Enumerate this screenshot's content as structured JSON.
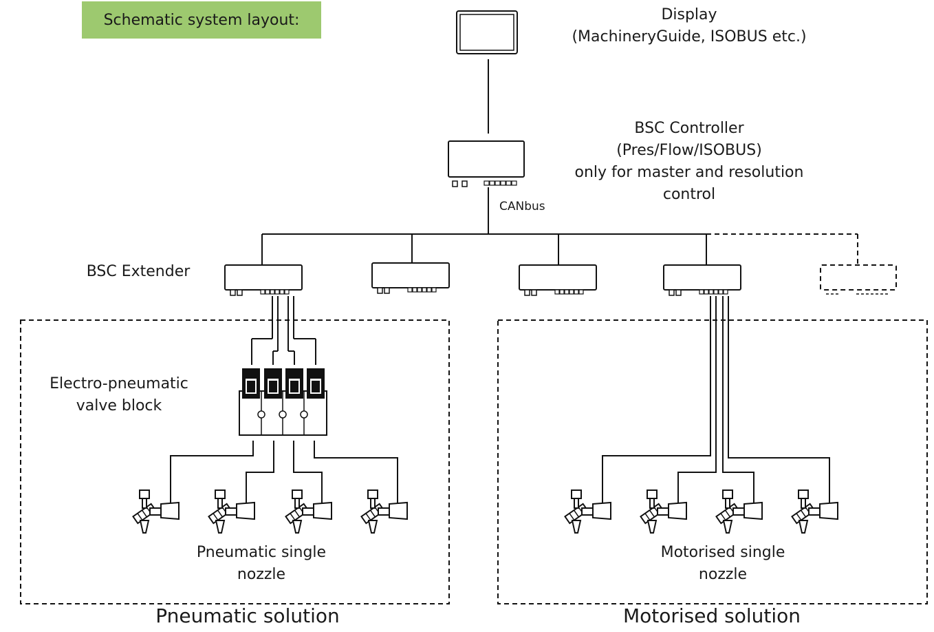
{
  "banner": {
    "text": "Schematic system layout:",
    "color": "#9dc96f"
  },
  "display": {
    "line1": "Display",
    "line2": "(MachineryGuide, ISOBUS etc.)"
  },
  "controller": {
    "line1": "BSC Controller",
    "line2": "(Pres/Flow/ISOBUS)",
    "line3": "only for master and resolution",
    "line4": "control"
  },
  "bus": {
    "label": "CANbus"
  },
  "extender": {
    "label": "BSC Extender"
  },
  "valve_block": {
    "line1": "Electro-pneumatic",
    "line2": "valve block"
  },
  "pneumatic": {
    "nozzle_line1": "Pneumatic single",
    "nozzle_line2": "nozzle",
    "solution": "Pneumatic solution"
  },
  "motorised": {
    "nozzle_line1": "Motorised single",
    "nozzle_line2": "nozzle",
    "solution": "Motorised solution"
  }
}
